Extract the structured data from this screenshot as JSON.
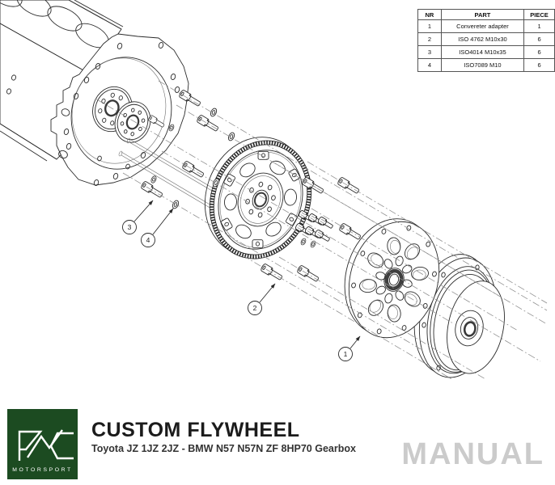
{
  "table": {
    "headers": [
      "NR",
      "PART",
      "PIECE"
    ],
    "rows": [
      [
        "1",
        "Convereter adapter",
        "1"
      ],
      [
        "2",
        "ISO 4762 M10x30",
        "6"
      ],
      [
        "3",
        "ISO4014 M10x35",
        "6"
      ],
      [
        "4",
        "ISO7089 M10",
        "6"
      ]
    ]
  },
  "callouts": {
    "c1": "1",
    "c2": "2",
    "c3": "3",
    "c4": "4"
  },
  "footer": {
    "logo_text": "MOTORSPORT",
    "title": "CUSTOM FLYWHEEL",
    "subtitle": "Toyota JZ 1JZ 2JZ -  BMW N57 N57N ZF 8HP70 Gearbox",
    "watermark": "MANUAL"
  },
  "colors": {
    "brand_green": "#1c4b21",
    "watermark_gray": "#cbcbcb",
    "line_color": "#2b2b2b"
  }
}
